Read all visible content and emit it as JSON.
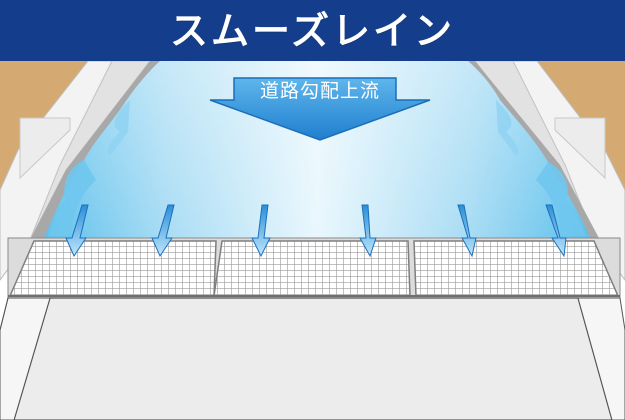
{
  "header": {
    "title": "スムーズレイン"
  },
  "diagram": {
    "flow_label": "道路勾配上流",
    "grate_sections": [
      "grate-left",
      "grate-center",
      "grate-right"
    ],
    "drain_arrow_count": 6
  },
  "colors": {
    "title_bar": "#143e8c",
    "title_text": "#ffffff",
    "soil": "#d4aa72",
    "water_light": "#e8f6fd",
    "water_mid": "#9fd8f3",
    "water_deep": "#49b4e6",
    "flow_arrow": "#2f8fd6",
    "curb": "#f4f4f4",
    "shadow": "#a9a9a9",
    "grate_line": "#8f8f8f",
    "road": "#eeeeee"
  }
}
